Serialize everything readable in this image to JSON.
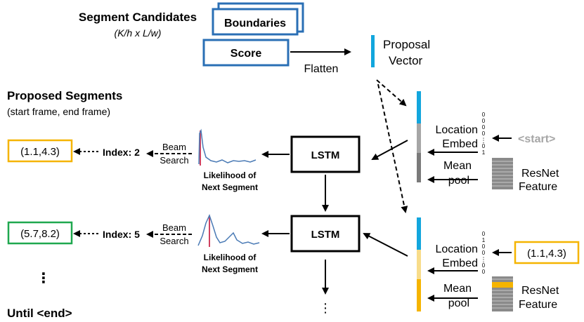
{
  "header": {
    "title": "Segment Candidates",
    "subtitle": "(K/h x L/w)",
    "boundaries_label": "Boundaries",
    "score_label": "Score",
    "flatten_label": "Flatten",
    "proposal_vector_line1": "Proposal",
    "proposal_vector_line2": "Vector"
  },
  "left": {
    "title": "Proposed Segments",
    "subtitle": "(start frame, end frame)",
    "ellipsis": "⋮",
    "until_end": "Until <end>"
  },
  "steps": [
    {
      "output": "(1.1,4.3)",
      "index_text": "Index: 2",
      "beam_label_1": "Beam",
      "beam_label_2": "Search",
      "likelihood_label_1": "Likelihood of",
      "likelihood_label_2": "Next Segment",
      "lstm_label": "LSTM",
      "location_label_1": "Location",
      "location_label_2": "Embed",
      "location_bits": [
        "0",
        "0",
        "0",
        "0",
        "0",
        "1"
      ],
      "mean_label_1": "Mean",
      "mean_label_2": "pool",
      "input_token": "<start>",
      "resnet_label_1": "ResNet",
      "resnet_label_2": "Feature"
    },
    {
      "output": "(5.7,8.2)",
      "index_text": "Index: 5",
      "beam_label_1": "Beam",
      "beam_label_2": "Search",
      "likelihood_label_1": "Likelihood of",
      "likelihood_label_2": "Next Segment",
      "lstm_label": "LSTM",
      "location_label_1": "Location",
      "location_label_2": "Embed",
      "location_bits": [
        "0",
        "1",
        "0",
        "0",
        "0",
        "0"
      ],
      "mean_label_1": "Mean",
      "mean_label_2": "pool",
      "input_token": "(1.1,4.3)",
      "resnet_label_1": "ResNet",
      "resnet_label_2": "Feature"
    }
  ],
  "bottom_ellipsis": "⋮",
  "colors": {
    "blue_box": "#2a6fb5",
    "proposal_blue": "#12a6dd",
    "orange": "#f5b400",
    "green": "#1fa84f",
    "curve": "#4a7ab5",
    "peak": "#d04060",
    "start_gray": "#a6a6a6"
  }
}
